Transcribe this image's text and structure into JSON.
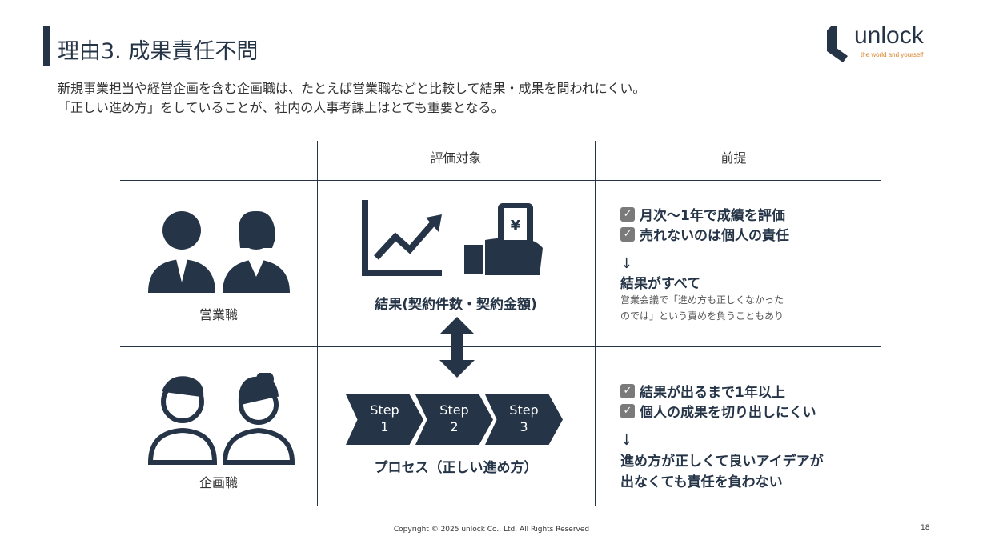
{
  "title": "理由3. 成果責任不問",
  "logo": {
    "word": "unlock",
    "tagline": "the world and yourself"
  },
  "lead": [
    "新規事業担当や経営企画を含む企画職は、たとえば営業職などと比較して結果・成果を問われにくい。",
    "「正しい進め方」をしていることが、社内の人事考課上はとても重要となる。"
  ],
  "table": {
    "headers": [
      "評価対象",
      "前提"
    ],
    "rows": [
      {
        "role": "営業職",
        "target": "結果(契約件数・契約金額)",
        "checks": [
          "月次〜1年で成績を評価",
          "売れないのは個人の責任"
        ],
        "arrow": "↓",
        "conclusion": [
          "結果がすべて"
        ],
        "note": [
          "営業会議で「進め方も正しくなかった",
          "のでは」という責めを負うこともあり"
        ]
      },
      {
        "role": "企画職",
        "target": "プロセス（正しい進め方）",
        "steps": [
          [
            "Step",
            "1"
          ],
          [
            "Step",
            "2"
          ],
          [
            "Step",
            "3"
          ]
        ],
        "checks": [
          "結果が出るまで1年以上",
          "個人の成果を切り出しにくい"
        ],
        "arrow": "↓",
        "conclusion": [
          "進め方が正しくて良いアイデアが",
          "出なくても責任を負わない"
        ]
      }
    ]
  },
  "footer": "Copyright © 2025 unlock Co., Ltd. All Rights Reserved",
  "page": "18",
  "colors": {
    "navy": "#253447",
    "accent": "#d9822b"
  }
}
